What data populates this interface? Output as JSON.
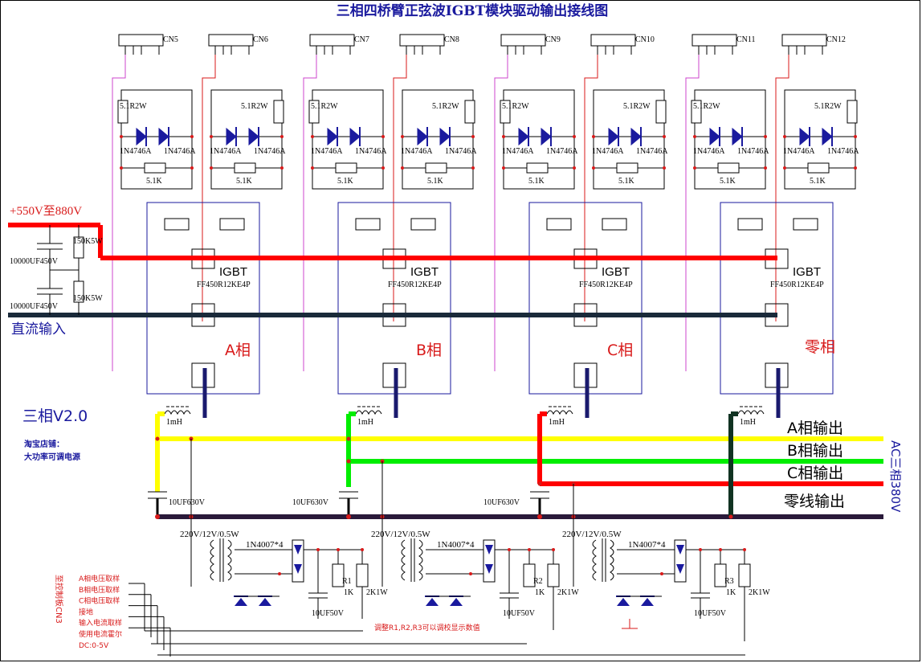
{
  "title": "三相四桥臂正弦波IGBT模块驱动输出接线图",
  "input": {
    "voltage_label": "+550V至880V",
    "dc_label": "直流输入",
    "cap1": "10000UF450V",
    "cap2": "10000UF450V",
    "res1": "150K5W",
    "res2": "150K5W"
  },
  "connectors": [
    "CN5",
    "CN6",
    "CN7",
    "CN8",
    "CN9",
    "CN10",
    "CN11",
    "CN12"
  ],
  "driver": {
    "resistor": "5.1R2W",
    "zener": "1N4746A",
    "bottom_resistor": "5.1K"
  },
  "igbt": {
    "label": "IGBT",
    "model": "FF450R12KE4P"
  },
  "phases": [
    "A相",
    "B相",
    "C相",
    "零相"
  ],
  "version": "三相V2.0",
  "shop": {
    "line1": "淘宝店铺：",
    "line2": "大功率可调电源"
  },
  "inductor": "1mH",
  "output_cap": "10UF630V",
  "outputs": [
    "A相输出",
    "B相输出",
    "C相输出",
    "零线输出"
  ],
  "ac_label": "AC三相380V",
  "sense": {
    "transformer": "220V/12V/0.5W",
    "bridge": "1N4007*4",
    "filter_cap": "10UF50V",
    "r1": "R1",
    "r2": "R2",
    "r3": "R3",
    "r_val": "1K",
    "r_val2": "2K1W",
    "note": "调整R1,R2,R3可以调校显示数值"
  },
  "signals": {
    "to_board": "至控制板CN3",
    "lines": [
      "A相电压取样",
      "B相电压取样",
      "C相电压取样",
      "接地",
      "输入电流取样",
      "使用电流霍尔",
      "DC:0-5V"
    ]
  }
}
